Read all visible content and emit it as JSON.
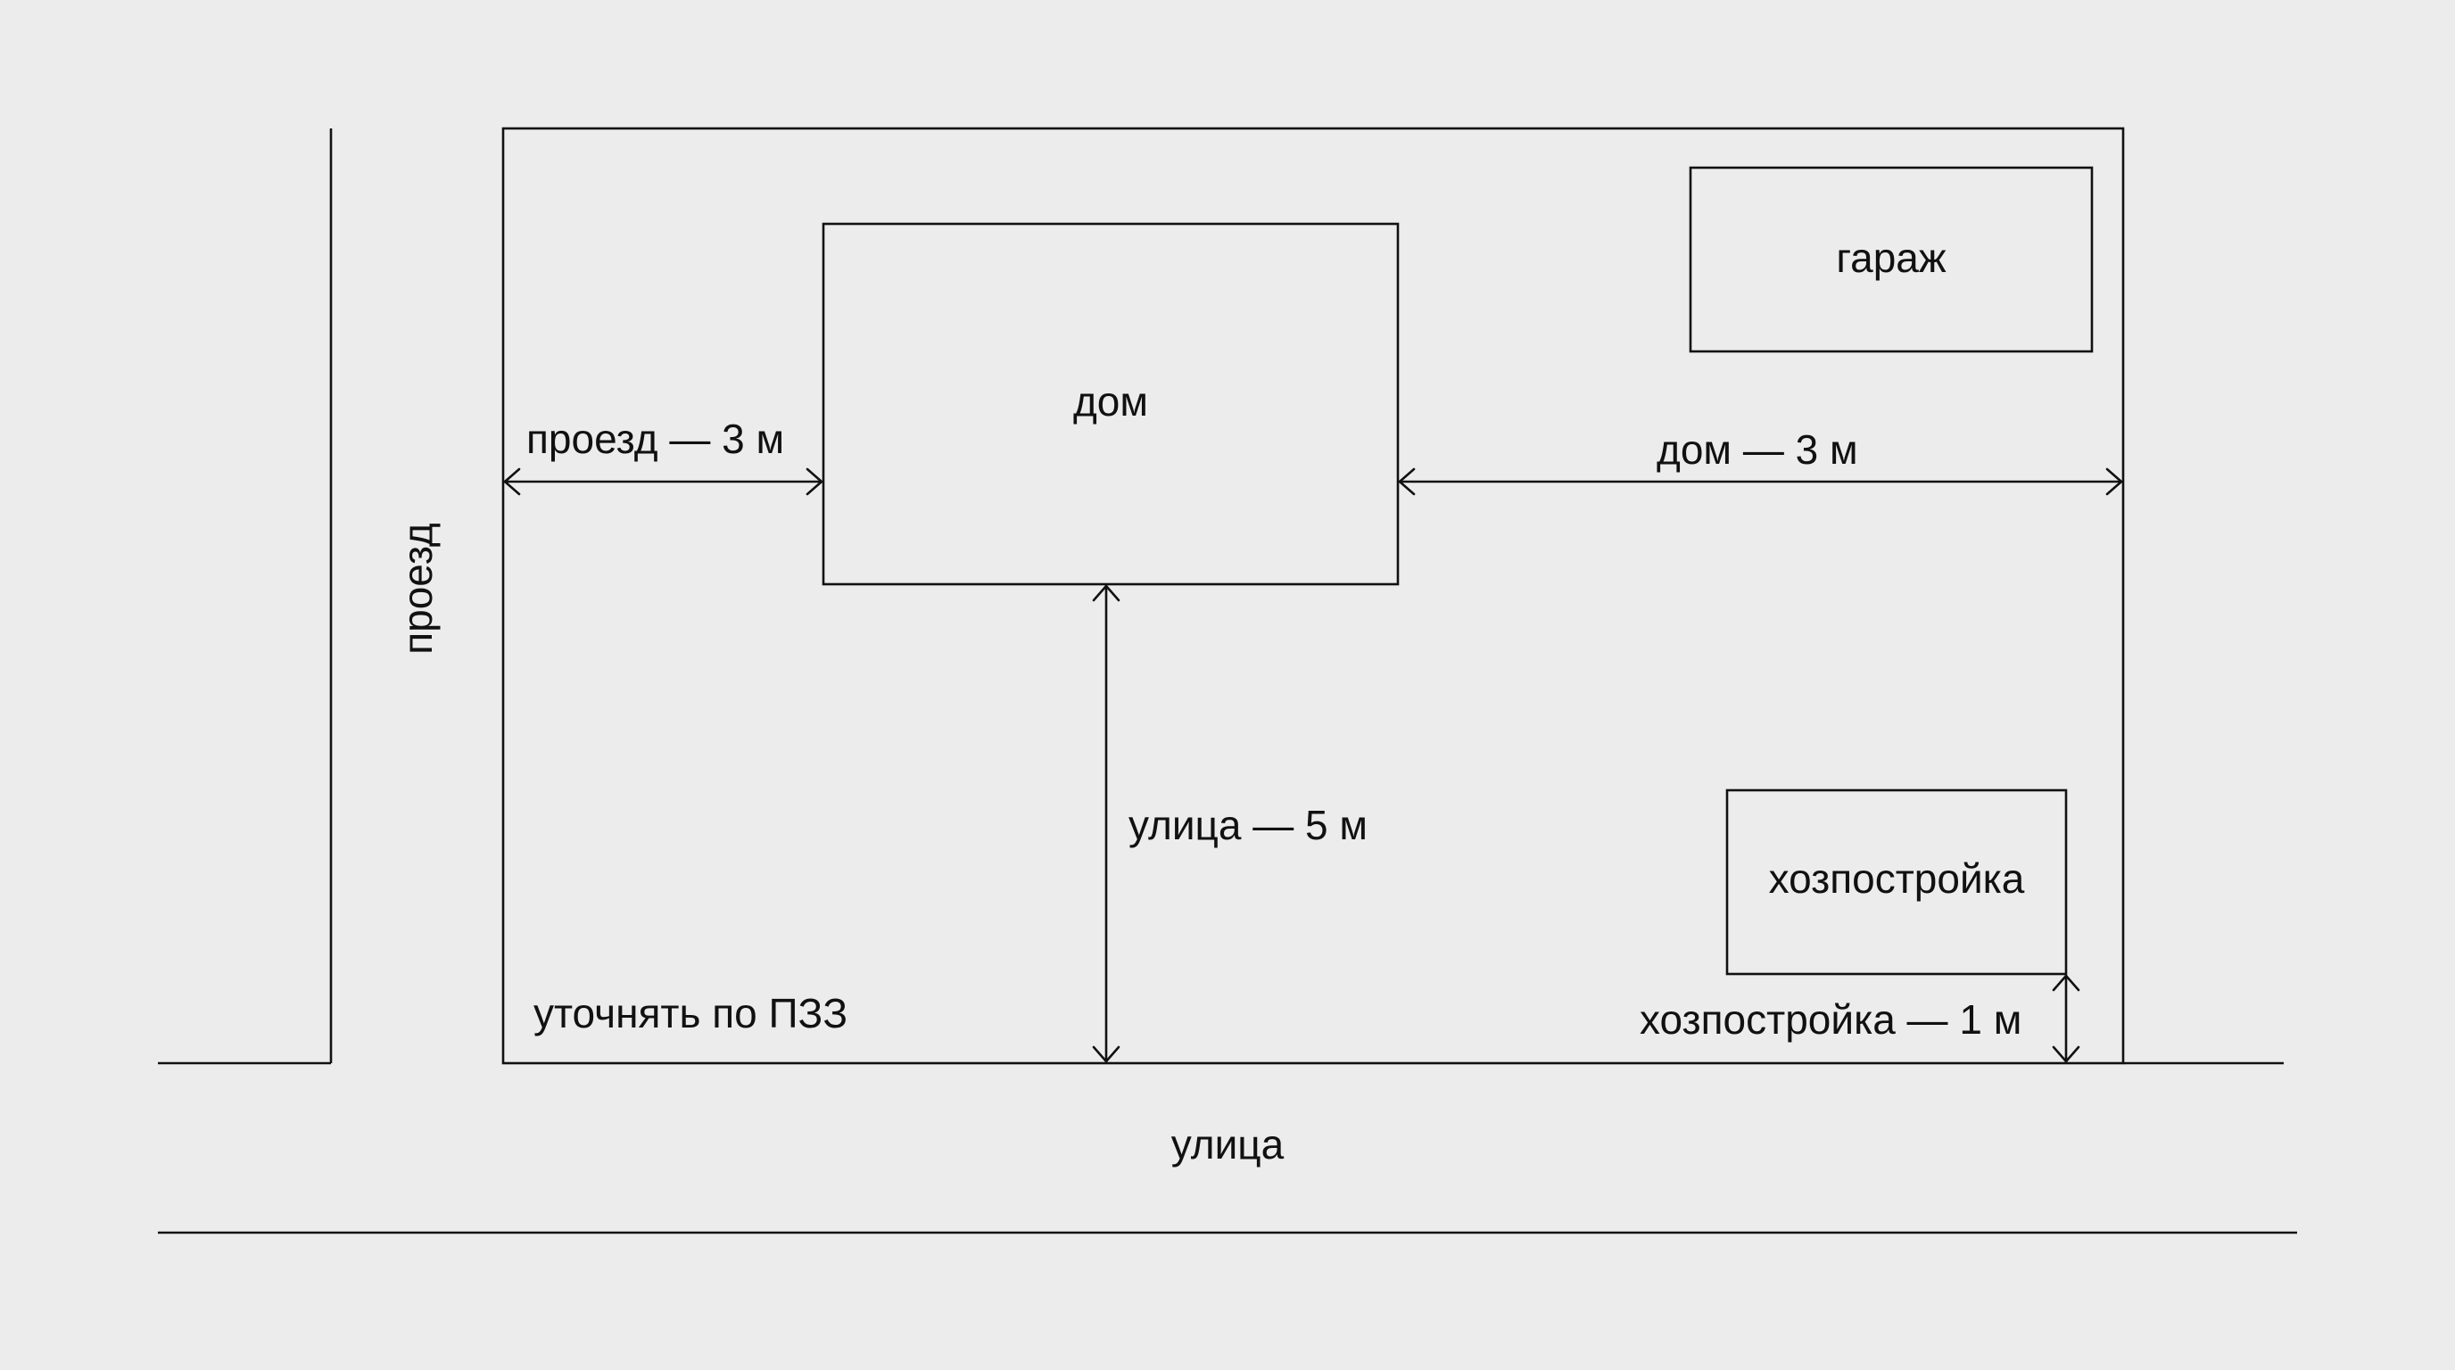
{
  "labels": {
    "house": "дом",
    "garage": "гараж",
    "outbuilding": "хозпостройка",
    "driveway": "проезд",
    "street": "улица",
    "dim_driveway": "проезд — 3 м",
    "dim_house": "дом — 3 м",
    "dim_street": "улица — 5 м",
    "dim_outbuilding": "хозпостройка — 1 м",
    "note": "уточнять по ПЗЗ"
  },
  "colors": {
    "background": "#ececec",
    "ink": "#111111"
  }
}
